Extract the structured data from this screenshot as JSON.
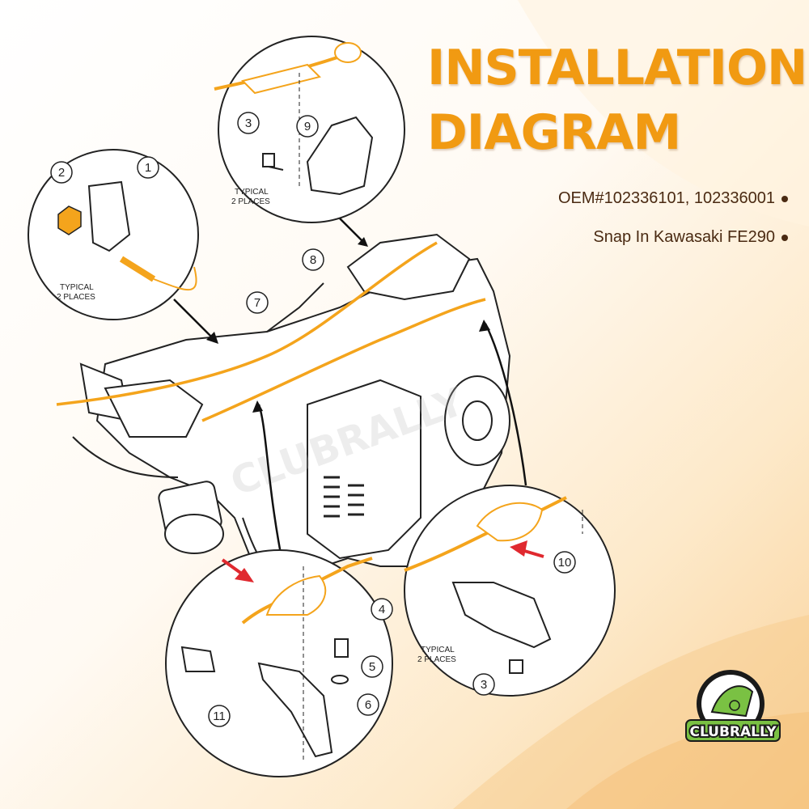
{
  "heading": {
    "line1": "INSTALLATION",
    "line2": "DIAGRAM"
  },
  "specs": [
    {
      "text": "OEM#102336101, 102336001"
    },
    {
      "text": "Snap In Kawasaki FE290"
    }
  ],
  "callouts": {
    "c1": "1",
    "c2": "2",
    "c3a": "3",
    "c3b": "3",
    "c4": "4",
    "c5": "5",
    "c6": "6",
    "c7": "7",
    "c8": "8",
    "c9": "9",
    "c10": "10",
    "c11": "11"
  },
  "notes": {
    "typical_top_line1": "TYPICAL",
    "typical_top_line2": "2 PLACES",
    "typical_left_line1": "TYPICAL",
    "typical_left_line2": "2 PLACES",
    "typical_right_line1": "TYPICAL",
    "typical_right_line2": "2 PLACES"
  },
  "watermark": "CLUBRALLY",
  "logo": {
    "text": "CLUBRALLY"
  },
  "colors": {
    "accent": "#f19a12",
    "cable": "#f4a41c",
    "text_dark": "#4a2a12",
    "arrow_red": "#e0292f",
    "logo_green": "#7ac143"
  }
}
